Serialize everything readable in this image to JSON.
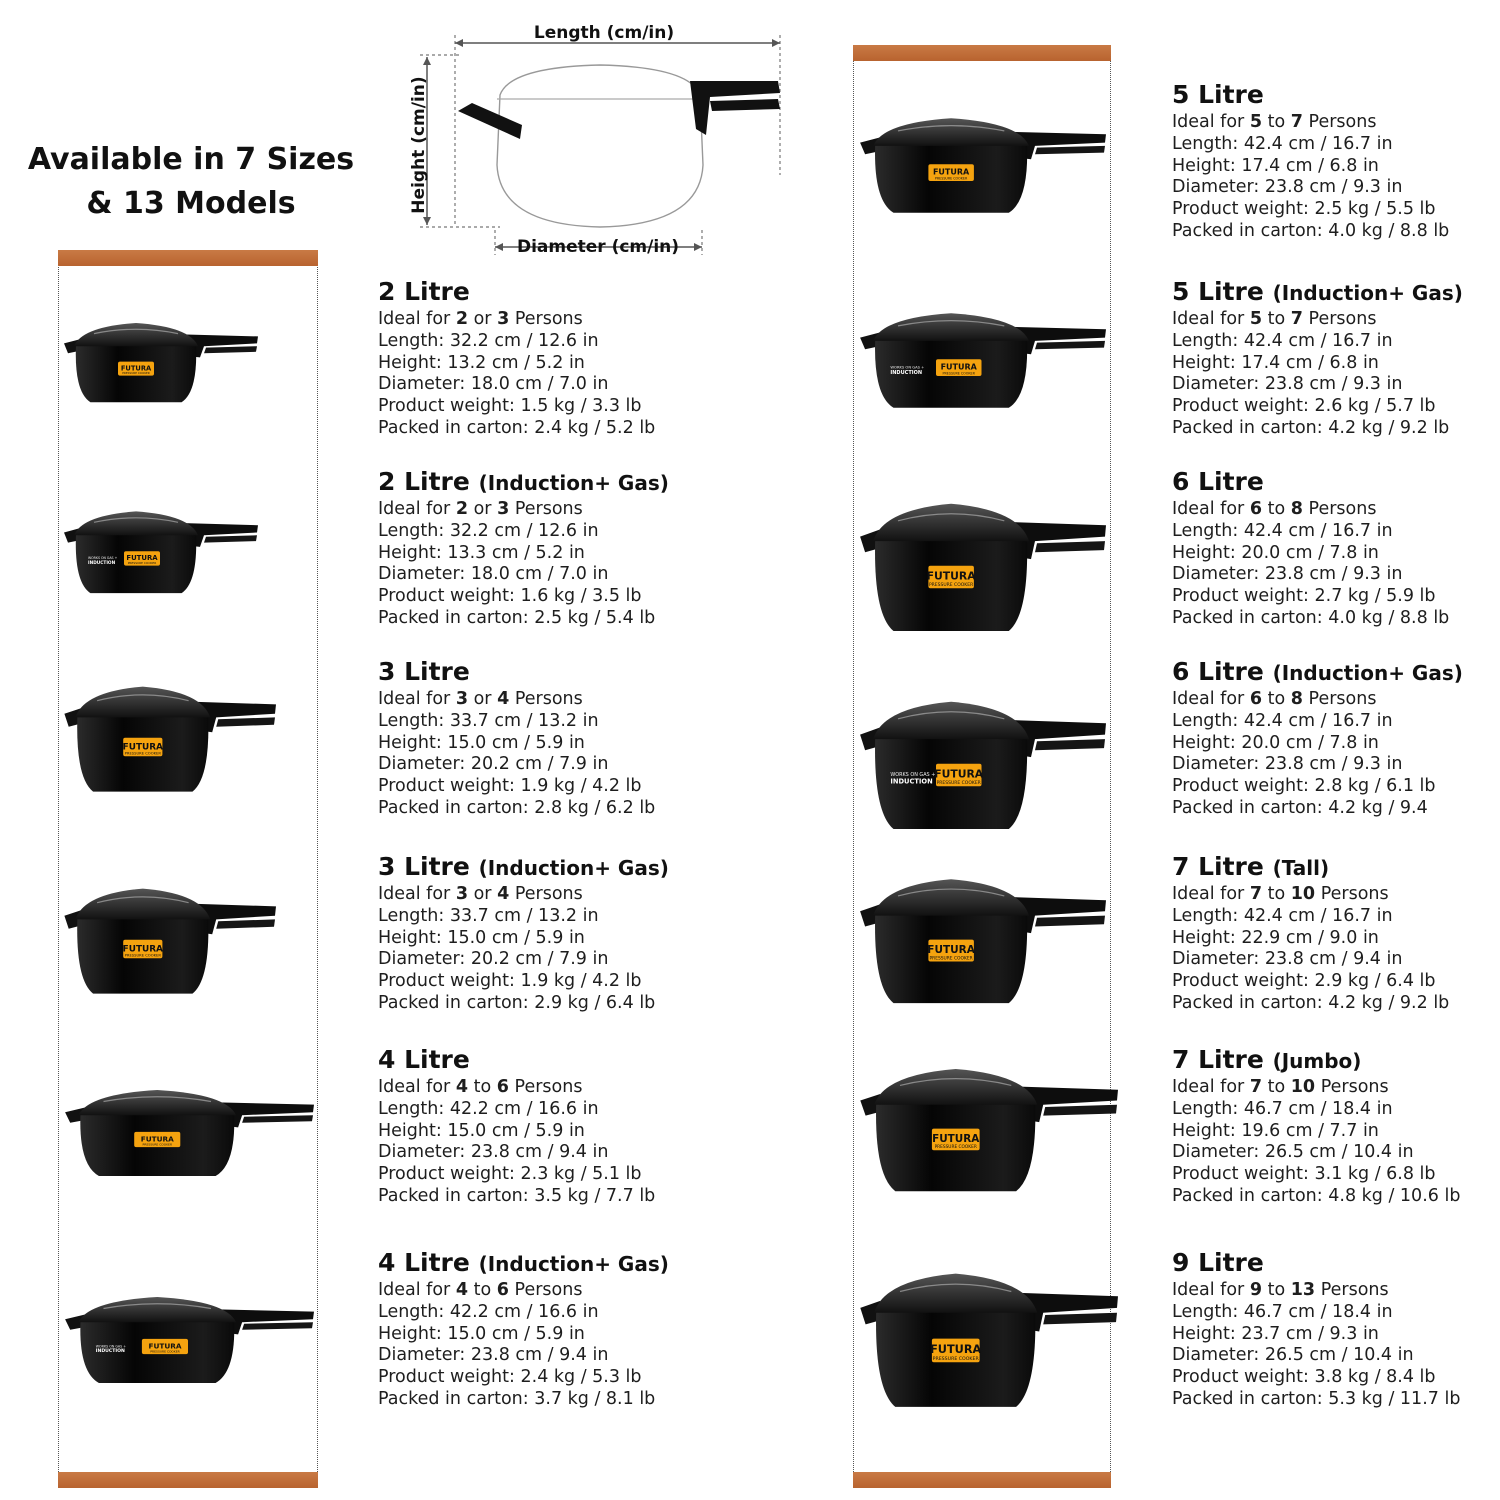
{
  "headline": {
    "line1": "Available in 7 Sizes",
    "line2": "& 13 Models"
  },
  "diagram": {
    "length_label": "Length (cm/in)",
    "height_label": "Height (cm/in)",
    "diameter_label": "Diameter (cm/in)"
  },
  "brand": {
    "logo_text": "FUTURA",
    "logo_subtext": "PRESSURE COOKER",
    "induction_text_1": "WORKS ON GAS +",
    "induction_text_2": "INDUCTION",
    "colors": {
      "logo_yellow": "#f5a30f",
      "body_black": "#111111",
      "ruler_copper": "#c0703c"
    }
  },
  "labels": {
    "ideal_prefix": "Ideal for",
    "persons_suffix": "Persons",
    "length": "Length:",
    "height": "Height:",
    "diameter": "Diameter:",
    "product_weight": "Product weight:",
    "packed": "Packed in carton:"
  },
  "models": [
    {
      "size": "2 Litre",
      "variant": "",
      "min": "2",
      "join": "or",
      "max": "3",
      "length": "32.2 cm / 12.6 in",
      "height": "13.2 cm / 5.2 in",
      "diameter": "18.0 cm / 7.0 in",
      "weight": "1.5 kg / 3.3 lb",
      "packed": "2.4 kg / 5.2 lb"
    },
    {
      "size": "2 Litre",
      "variant": "(Induction+ Gas)",
      "min": "2",
      "join": "or",
      "max": "3",
      "length": "32.2 cm / 12.6 in",
      "height": "13.3 cm / 5.2 in",
      "diameter": "18.0 cm / 7.0 in",
      "weight": "1.6 kg / 3.5 lb",
      "packed": "2.5 kg / 5.4 lb"
    },
    {
      "size": "3 Litre",
      "variant": "",
      "min": "3",
      "join": "or",
      "max": "4",
      "length": "33.7 cm / 13.2 in",
      "height": "15.0 cm / 5.9 in",
      "diameter": "20.2 cm / 7.9 in",
      "weight": "1.9 kg / 4.2 lb",
      "packed": "2.8 kg / 6.2 lb"
    },
    {
      "size": "3 Litre",
      "variant": "(Induction+ Gas)",
      "min": "3",
      "join": "or",
      "max": "4",
      "length": "33.7 cm / 13.2 in",
      "height": "15.0 cm / 5.9 in",
      "diameter": "20.2 cm / 7.9 in",
      "weight": "1.9 kg / 4.2 lb",
      "packed": "2.9 kg / 6.4 lb"
    },
    {
      "size": "4 Litre",
      "variant": "",
      "min": "4",
      "join": "to",
      "max": "6",
      "length": "42.2 cm / 16.6 in",
      "height": "15.0 cm / 5.9 in",
      "diameter": "23.8 cm / 9.4 in",
      "weight": "2.3 kg / 5.1 lb",
      "packed": "3.5 kg / 7.7 lb"
    },
    {
      "size": "4 Litre",
      "variant": "(Induction+ Gas)",
      "min": "4",
      "join": "to",
      "max": "6",
      "length": "42.2 cm / 16.6 in",
      "height": "15.0 cm / 5.9 in",
      "diameter": "23.8 cm / 9.4 in",
      "weight": "2.4 kg / 5.3 lb",
      "packed": "3.7 kg / 8.1 lb"
    },
    {
      "size": "5 Litre",
      "variant": "",
      "min": "5",
      "join": "to",
      "max": "7",
      "length": "42.4 cm / 16.7 in",
      "height": "17.4 cm / 6.8 in",
      "diameter": "23.8 cm / 9.3 in",
      "weight": "2.5 kg / 5.5 lb",
      "packed": "4.0 kg / 8.8 lb"
    },
    {
      "size": "5 Litre",
      "variant": "(Induction+ Gas)",
      "min": "5",
      "join": "to",
      "max": "7",
      "length": "42.4 cm / 16.7 in",
      "height": "17.4 cm / 6.8 in",
      "diameter": "23.8 cm / 9.3 in",
      "weight": "2.6 kg / 5.7 lb",
      "packed": "4.2 kg / 9.2 lb"
    },
    {
      "size": "6 Litre",
      "variant": "",
      "min": "6",
      "join": "to",
      "max": "8",
      "length": "42.4 cm / 16.7 in",
      "height": "20.0 cm / 7.8 in",
      "diameter": "23.8 cm / 9.3 in",
      "weight": "2.7 kg / 5.9 lb",
      "packed": "4.0 kg / 8.8 lb"
    },
    {
      "size": "6 Litre",
      "variant": "(Induction+ Gas)",
      "min": "6",
      "join": "to",
      "max": "8",
      "length": "42.4 cm / 16.7 in",
      "height": "20.0 cm / 7.8 in",
      "diameter": "23.8 cm / 9.3 in",
      "weight": "2.8 kg / 6.1 lb",
      "packed": "4.2 kg / 9.4"
    },
    {
      "size": "7 Litre",
      "variant": "(Tall)",
      "min": "7",
      "join": "to",
      "max": "10",
      "length": "42.4 cm / 16.7 in",
      "height": "22.9 cm / 9.0 in",
      "diameter": "23.8 cm / 9.4 in",
      "weight": "2.9 kg / 6.4 lb",
      "packed": "4.2 kg / 9.2 lb"
    },
    {
      "size": "7 Litre",
      "variant": "(Jumbo)",
      "min": "7",
      "join": "to",
      "max": "10",
      "length": "46.7 cm / 18.4 in",
      "height": "19.6 cm / 7.7 in",
      "diameter": "26.5 cm / 10.4 in",
      "weight": "3.1 kg / 6.8 lb",
      "packed": "4.8 kg / 10.6 lb"
    },
    {
      "size": "9 Litre",
      "variant": "",
      "min": "9",
      "join": "to",
      "max": "13",
      "length": "46.7 cm / 18.4 in",
      "height": "23.7 cm / 9.3 in",
      "diameter": "26.5 cm / 10.4 in",
      "weight": "3.8 kg / 8.4 lb",
      "packed": "5.3 kg / 11.7 lb"
    }
  ]
}
